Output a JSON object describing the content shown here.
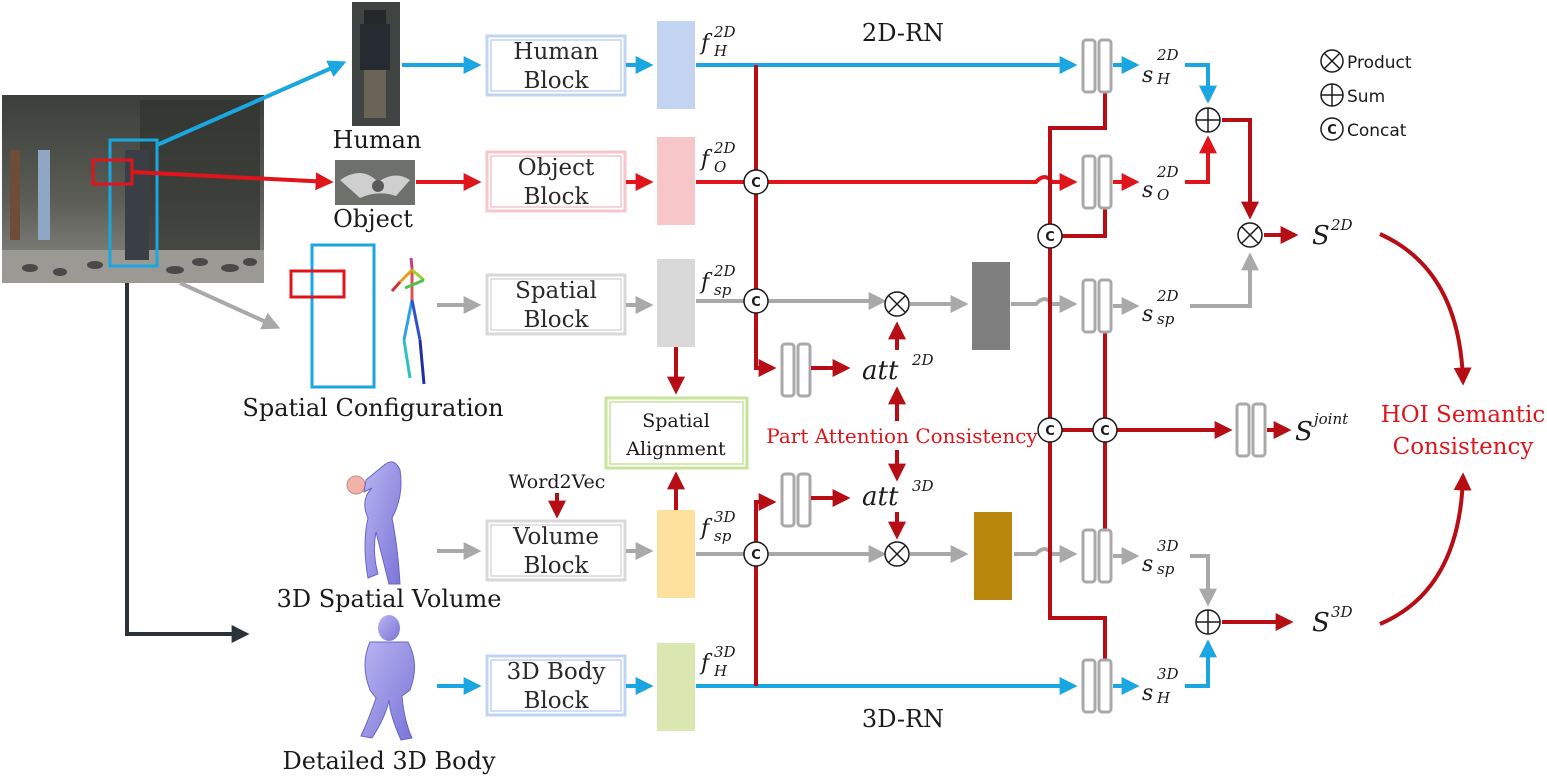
{
  "colors": {
    "blue": "#1aa6e0",
    "red": "#e0151b",
    "dark_red": "#b70d14",
    "gray": "#a9a9a9",
    "dark": "#2b3339",
    "human_feat": "#c3d4f3",
    "object_feat": "#f7c6c8",
    "spatial_feat": "#d8d8d8",
    "volume_feat": "#fde09c",
    "body_feat": "#dbe7b1",
    "fc_2d": "#7f7f7f",
    "fc_3d": "#b8860b",
    "alignment_border": "#c7e29a"
  },
  "inputs": {
    "human": "Human",
    "object": "Object",
    "spatial": "Spatial Configuration",
    "volume": "3D Spatial Volume",
    "body": "Detailed 3D Body",
    "word2vec": "Word2Vec"
  },
  "blocks": {
    "human": [
      "Human",
      "Block"
    ],
    "object": [
      "Object",
      "Block"
    ],
    "spatial": [
      "Spatial",
      "Block"
    ],
    "volume": [
      "Volume",
      "Block"
    ],
    "body": [
      "3D Body",
      "Block"
    ],
    "alignment": [
      "Spatial",
      "Alignment"
    ]
  },
  "features": {
    "f_h_2d": {
      "base": "f",
      "sub": "H",
      "sup": "2D"
    },
    "f_o_2d": {
      "base": "f",
      "sub": "O",
      "sup": "2D"
    },
    "f_sp_2d": {
      "base": "f",
      "sub": "sp",
      "sup": "2D"
    },
    "f_sp_3d": {
      "base": "f",
      "sub": "sp",
      "sup": "3D"
    },
    "f_h_3d": {
      "base": "f",
      "sub": "H",
      "sup": "3D"
    }
  },
  "scores": {
    "s_h_2d": {
      "base": "s",
      "sub": "H",
      "sup": "2D"
    },
    "s_o_2d": {
      "base": "s",
      "sub": "O",
      "sup": "2D"
    },
    "s_sp_2d": {
      "base": "s",
      "sub": "sp",
      "sup": "2D"
    },
    "s_sp_3d": {
      "base": "s",
      "sub": "sp",
      "sup": "3D"
    },
    "s_h_3d": {
      "base": "s",
      "sub": "H",
      "sup": "3D"
    },
    "S_2d": {
      "base": "S",
      "sup": "2D"
    },
    "S_joint": {
      "base": "S",
      "sup": "joint"
    },
    "S_3d": {
      "base": "S",
      "sup": "3D"
    }
  },
  "attention": {
    "att_2d": {
      "base": "att",
      "sup": "2D"
    },
    "att_3d": {
      "base": "att",
      "sup": "3D"
    },
    "consistency": "Part Attention Consistency"
  },
  "branches": {
    "rn_2d": "2D-RN",
    "rn_3d": "3D-RN"
  },
  "semantic": [
    "HOI Semantic",
    "Consistency"
  ],
  "legend": {
    "product": "Product",
    "sum": "Sum",
    "concat": "Concat",
    "concat_symbol": "C"
  },
  "product_icon": "circled-times-icon",
  "sum_icon": "circled-plus-icon",
  "concat_icon": "circled-c-icon"
}
